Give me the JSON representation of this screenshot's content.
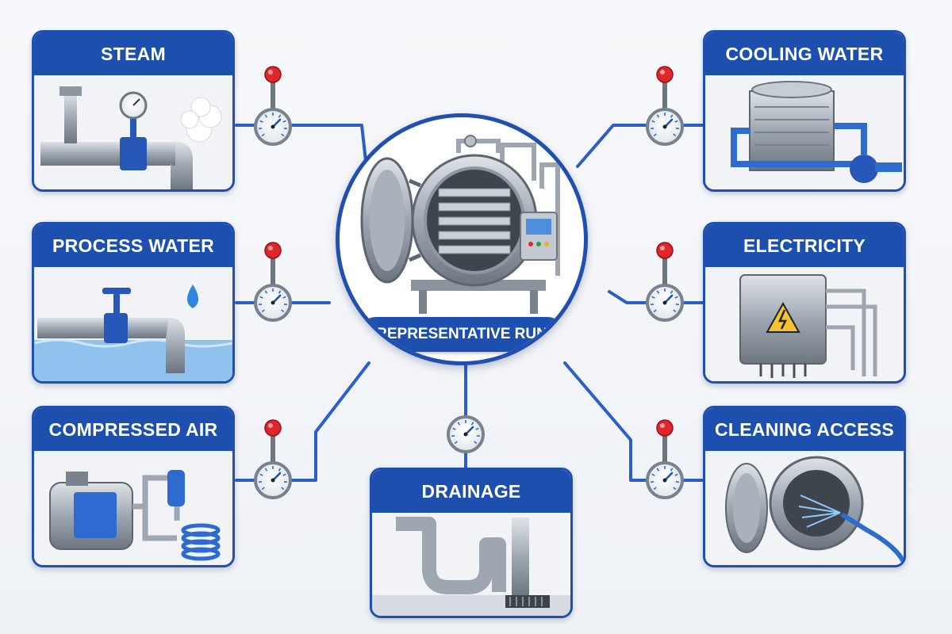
{
  "hub": {
    "label": "REPRESENTATIVE RUN"
  },
  "utilities": {
    "steam": {
      "label": "STEAM"
    },
    "process_water": {
      "label": "PROCESS WATER"
    },
    "compressed_air": {
      "label": "COMPRESSED AIR"
    },
    "drainage": {
      "label": "DRAINAGE"
    },
    "cooling_water": {
      "label": "COOLING WATER"
    },
    "electricity": {
      "label": "ELECTRICITY"
    },
    "cleaning_access": {
      "label": "CLEANING ACCESS"
    }
  },
  "colors": {
    "brand_blue": "#1d4fae",
    "line_blue": "#2a5fc9",
    "steel": "#9aa3ad",
    "indicator_red": "#e0262b"
  },
  "icons": [
    "pressure-gauge-icon",
    "indicator-valve-icon",
    "warning-bolt-icon",
    "water-drop-icon",
    "steam-cloud-icon"
  ]
}
